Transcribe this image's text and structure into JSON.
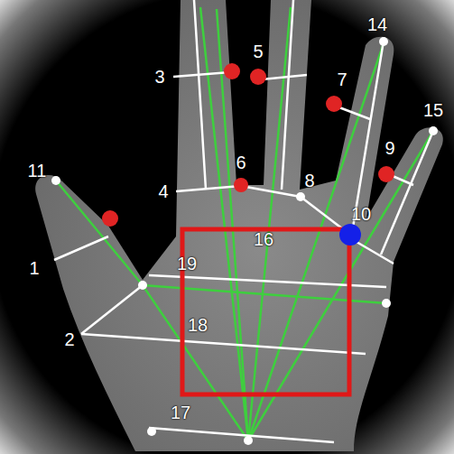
{
  "diagram": {
    "labels": [
      "3",
      "5",
      "14",
      "7",
      "15",
      "9",
      "11",
      "6",
      "4",
      "8",
      "10",
      "16",
      "19",
      "1",
      "18",
      "2",
      "17"
    ]
  }
}
